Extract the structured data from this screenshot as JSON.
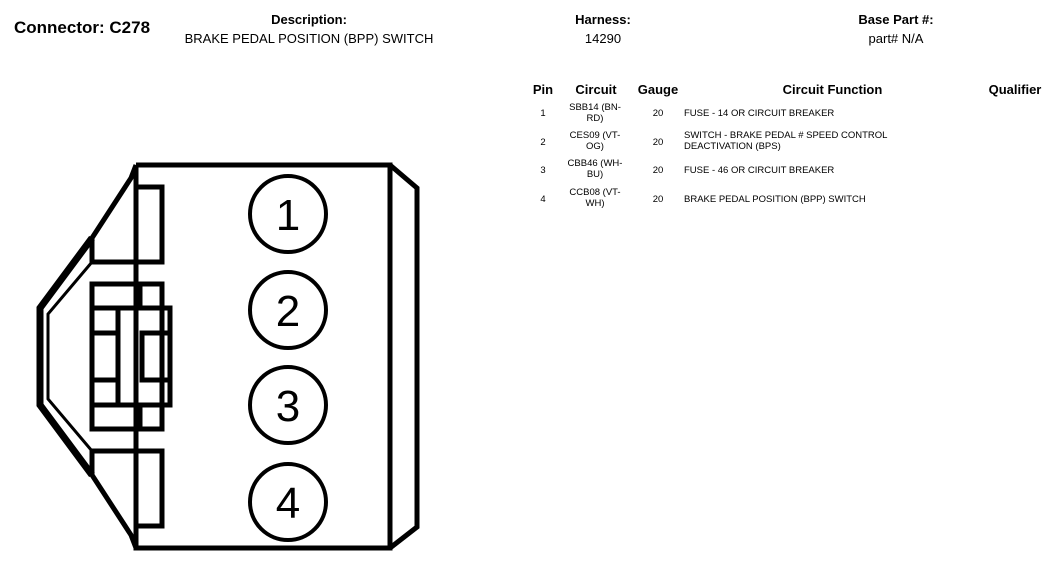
{
  "header": {
    "connector_title": "Connector: C278",
    "description_label": "Description:",
    "description_value": "BRAKE PEDAL POSITION (BPP) SWITCH",
    "harness_label": "Harness:",
    "harness_value": "14290",
    "base_part_label": "Base Part #:",
    "base_part_value": "part# N/A"
  },
  "table": {
    "columns": [
      "Pin",
      "Circuit",
      "Gauge",
      "Circuit Function",
      "Qualifier"
    ],
    "rows": [
      {
        "pin": "1",
        "circuit": "SBB14 (BN-RD)",
        "gauge": "20",
        "function": "FUSE - 14 OR CIRCUIT BREAKER",
        "qualifier": ""
      },
      {
        "pin": "2",
        "circuit": "CES09 (VT-OG)",
        "gauge": "20",
        "function": "SWITCH - BRAKE PEDAL # SPEED CONTROL DEACTIVATION (BPS)",
        "qualifier": ""
      },
      {
        "pin": "3",
        "circuit": "CBB46 (WH-BU)",
        "gauge": "20",
        "function": "FUSE - 46 OR CIRCUIT BREAKER",
        "qualifier": ""
      },
      {
        "pin": "4",
        "circuit": "CCB08 (VT-WH)",
        "gauge": "20",
        "function": "BRAKE PEDAL POSITION (BPP) SWITCH",
        "qualifier": ""
      }
    ]
  },
  "connector": {
    "pin_labels": [
      "1",
      "2",
      "3",
      "4"
    ]
  }
}
